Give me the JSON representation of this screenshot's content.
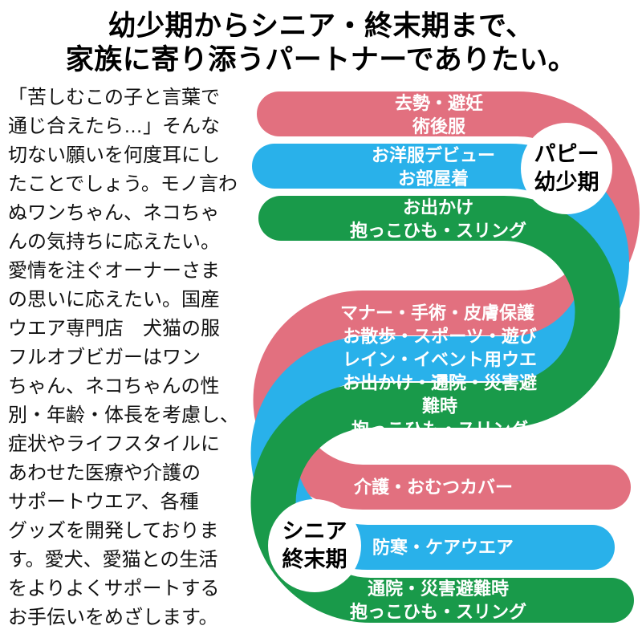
{
  "title": {
    "text": "幼少期からシニア・終末期まで、\n家族に寄り添うパートナーでありたい。"
  },
  "intro": {
    "text": "「苦しむこの子と言葉で\n通じ合えたら…」そんな\n切ない願いを何度耳にし\nたことでしょう。モノ言わ\nぬワンちゃん、ネコちゃ\nんの気持ちに応えたい。\n愛情を注ぐオーナーさま\nの思いに応えたい。国産\nウエア専門店　犬猫の服\nフルオブビガーはワン\nちゃん、ネコちゃんの性\n別・年齢・体長を考慮し、\n症状やライフスタイルに\nあわせた医療や介護の\nサポートウエア、各種\nグッズを開発しておりま\nす。愛犬、愛猫との生活\nをよりよくサポートする\nお手伝いをめざします。"
  },
  "stages": {
    "puppy": {
      "label": "パピー\n幼少期"
    },
    "senior": {
      "label": "シニア\n終末期"
    }
  },
  "ribbons": {
    "pink": {
      "color": "#e2707f",
      "top": "去勢・避妊\n術後服",
      "middle": "マナー・手術・皮膚保護",
      "bottom": "介護・おむつカバー"
    },
    "blue": {
      "color": "#29b1ea",
      "top": "お洋服デビュー\nお部屋着",
      "middle": "お散歩・スポーツ・遊び\nレイン・イベント用ウエア",
      "bottom": "防寒・ケアウエア"
    },
    "green": {
      "color": "#199a4a",
      "top": "お出かけ\n抱っこひも・スリング",
      "middle": "お出かけ・通院・災害避難時\n抱っこひも・スリング",
      "bottom": "通院・災害避難時\n抱っこひも・スリング"
    }
  },
  "circle_color": "#ffffff"
}
